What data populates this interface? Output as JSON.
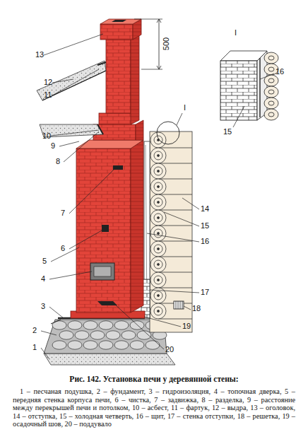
{
  "diagram": {
    "caption": "Рис. 142. Установка печи у деревянной стены:",
    "labels": [
      "13",
      "500",
      "I",
      "12",
      "11",
      "10",
      "9",
      "8",
      "I",
      "16",
      "15",
      "7",
      "14",
      "15",
      "16",
      "6",
      "5",
      "4",
      "17",
      "3",
      "18",
      "2",
      "19",
      "1",
      "20",
      "1 – песчаная подушка, 2 – фундамент, 3 – гидроизоляция, 4 – топочная дверка, 5 – передняя стенка корпуса печи, 6 – чистка, 7 – задвижка, 8 – разделка, 9 – расстояние между перекрышей печи и потолком, 10 – асбест, 11 – фартук, 12 – выдра, 13 – оголовок, 14 – отступка, 15 – холодная четверть, 16 – щит, 17 – стенка отступки, 18 – решетка, 19 – осадочный шов, 20 – поддувало"
    ]
  }
}
